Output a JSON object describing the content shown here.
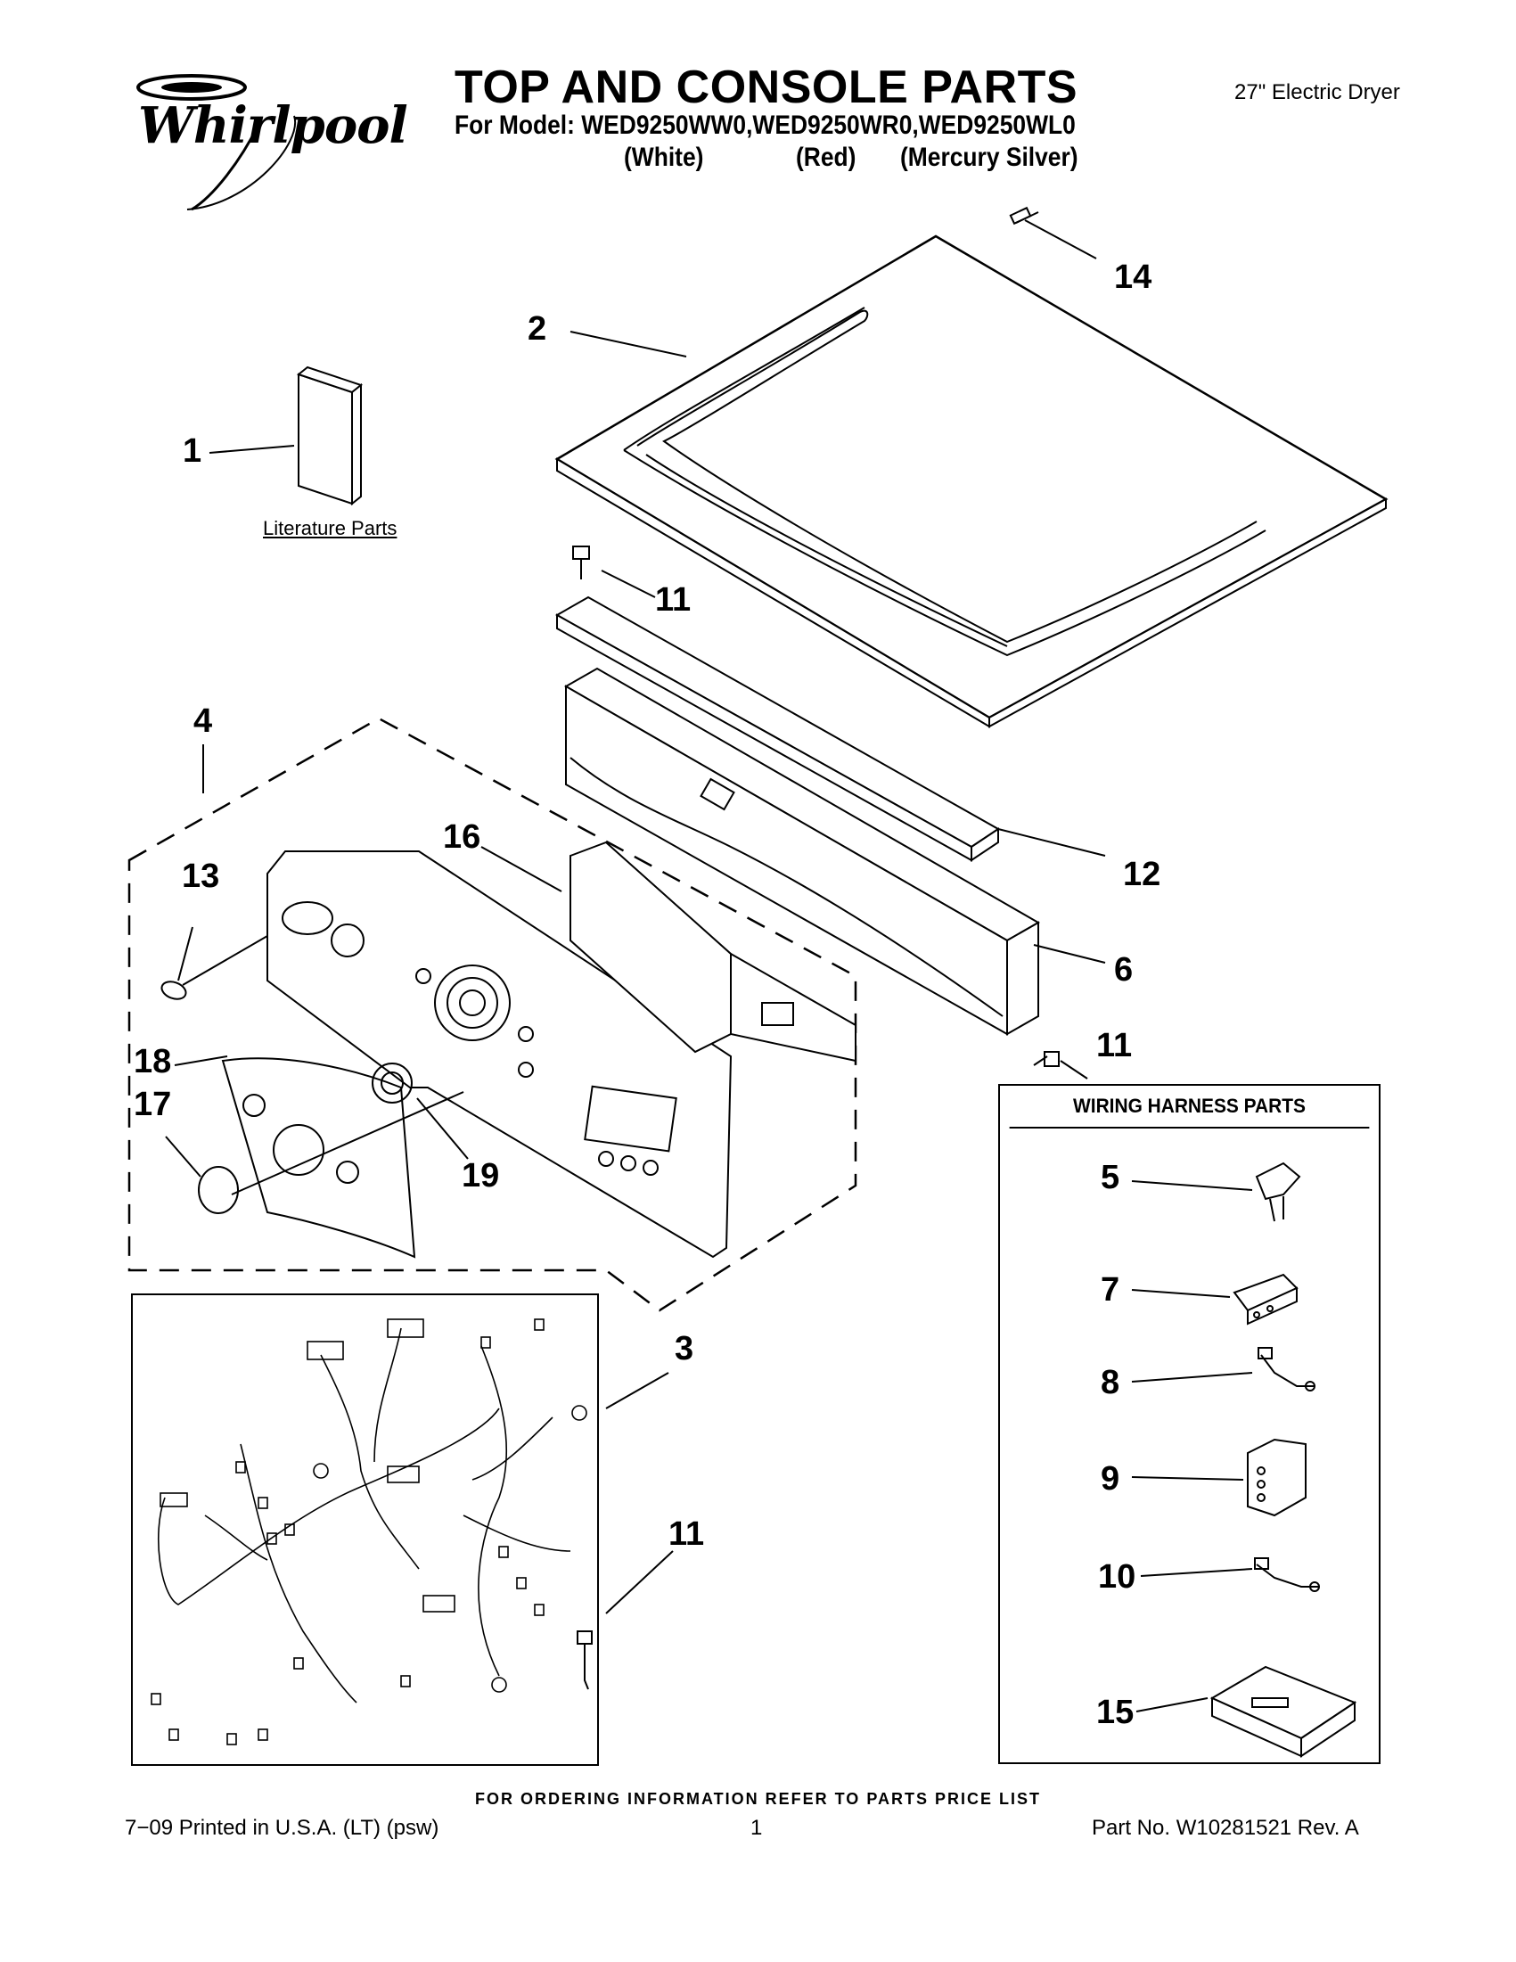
{
  "brand": {
    "name": "Whirlpool"
  },
  "header": {
    "title": "TOP AND CONSOLE PARTS",
    "model_line": "For Model: WED9250WW0,WED9250WR0,WED9250WL0",
    "colors": [
      "(White)",
      "(Red)",
      "(Mercury Silver)"
    ],
    "product_type": "27\" Electric Dryer"
  },
  "literature": {
    "label": "Literature Parts"
  },
  "callouts": {
    "c1": "1",
    "c2": "2",
    "c3": "3",
    "c4": "4",
    "c6": "6",
    "c11a": "11",
    "c11b": "11",
    "c11c": "11",
    "c12": "12",
    "c13": "13",
    "c14": "14",
    "c16": "16",
    "c17": "17",
    "c18": "18",
    "c19": "19"
  },
  "wiring_harness": {
    "title": "WIRING HARNESS PARTS",
    "items": [
      "5",
      "7",
      "8",
      "9",
      "10",
      "15"
    ]
  },
  "footer": {
    "ordering_note": "FOR ORDERING INFORMATION REFER TO PARTS PRICE LIST",
    "printed": "7−09 Printed in U.S.A. (LT) (psw)",
    "page": "1",
    "part_no": "Part No. W10281521 Rev. A"
  }
}
